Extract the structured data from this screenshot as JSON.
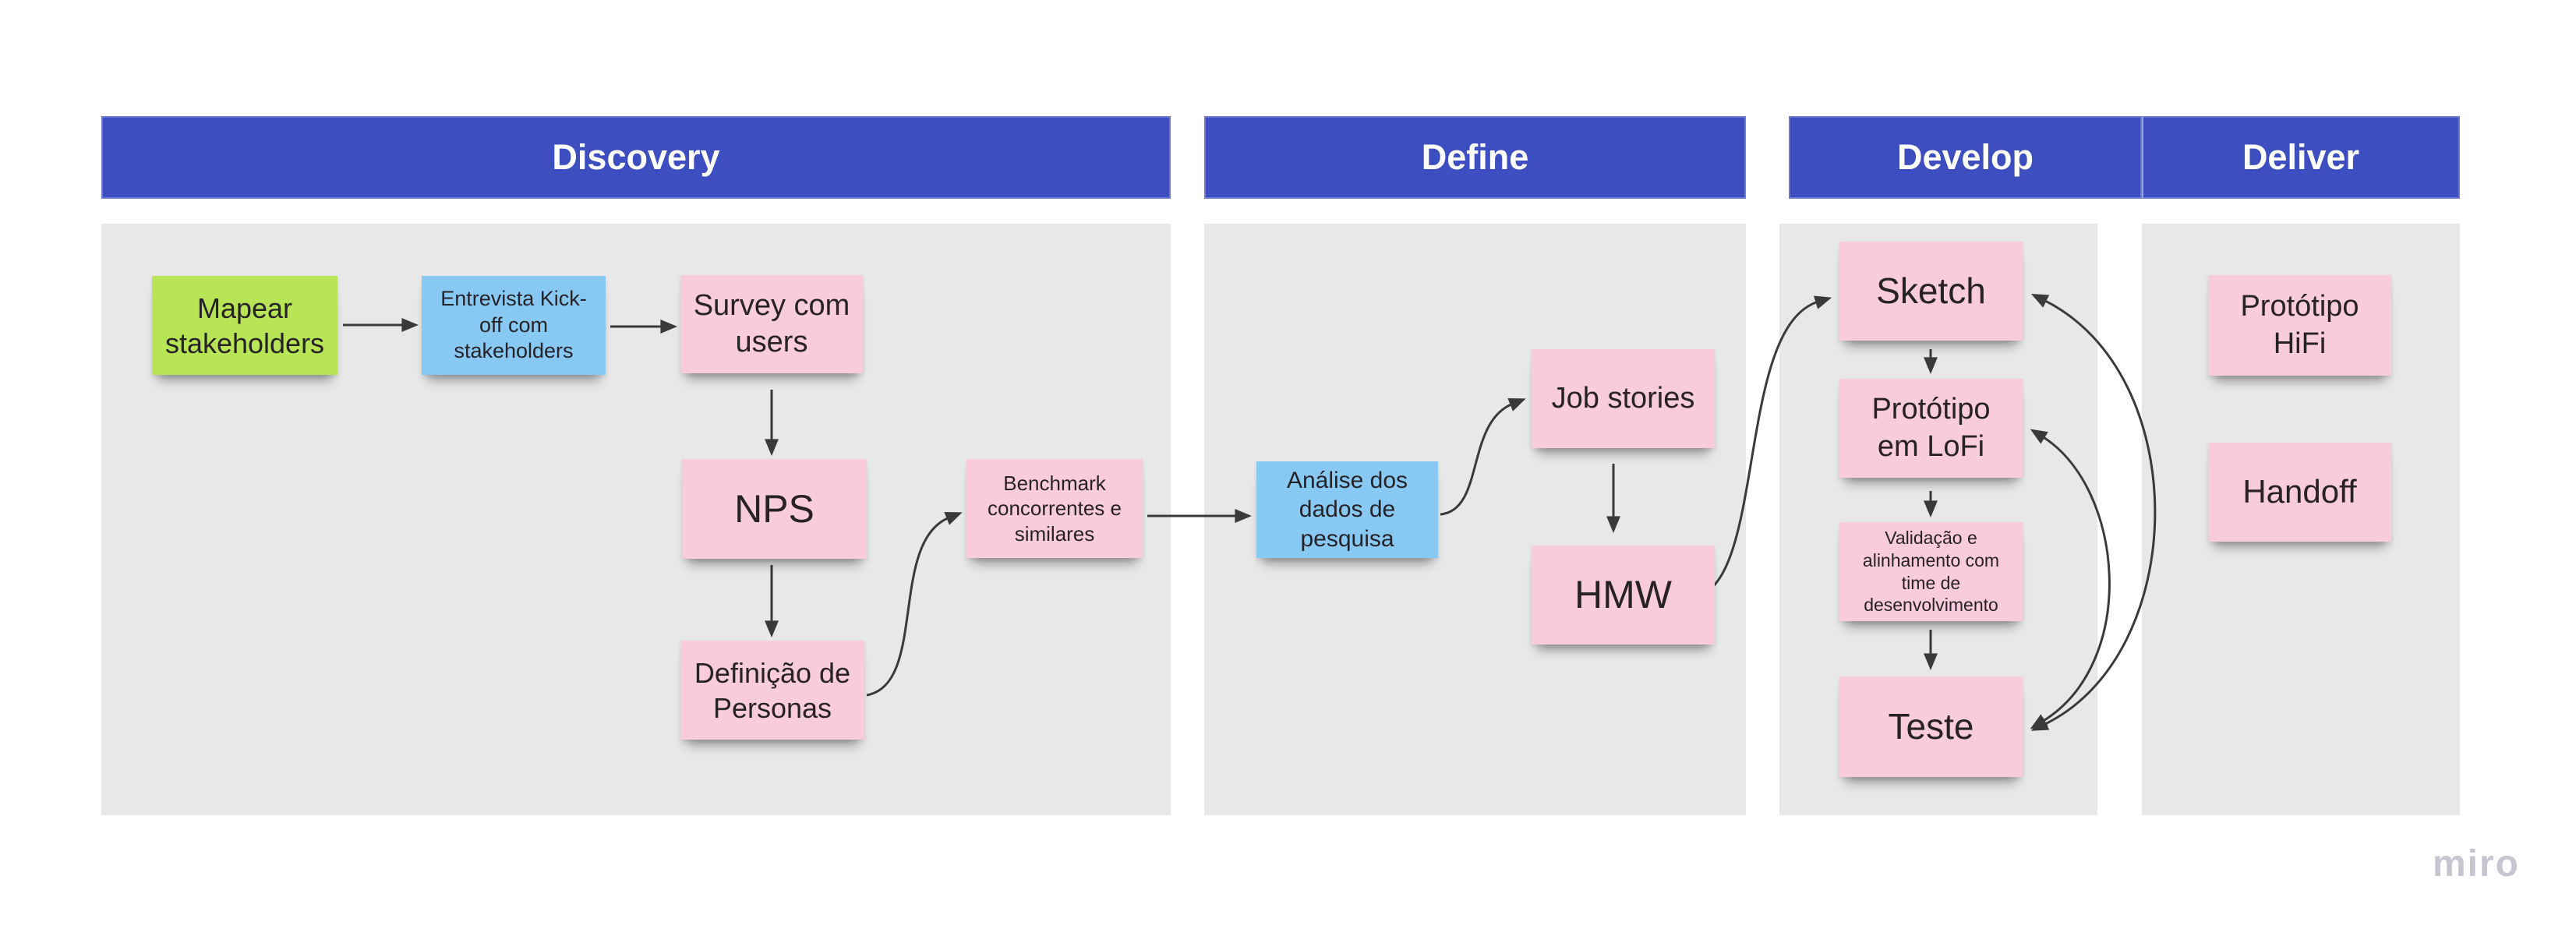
{
  "board": {
    "watermark": "miro",
    "background": "#ffffff"
  },
  "colors": {
    "header_bg": "#3d4ec0",
    "header_text": "#ffffff",
    "header_divider": "#9ba3e0",
    "panel_bg": "#e8e8e8",
    "sticky_pink": "#f8cbdd",
    "sticky_green": "#b7e556",
    "sticky_blue": "#88c9f3",
    "sticky_text": "#272226",
    "connector": "#3a3a3a",
    "watermark_color": "#c6c6d1"
  },
  "frames": [
    {
      "id": "discovery",
      "label": "Discovery"
    },
    {
      "id": "define",
      "label": "Define"
    },
    {
      "id": "develop",
      "label": "Develop"
    },
    {
      "id": "deliver",
      "label": "Deliver"
    }
  ],
  "stickies": [
    {
      "id": "mapear",
      "frame": "discovery",
      "color": "green",
      "text": "Mapear stakeholders"
    },
    {
      "id": "entrevista",
      "frame": "discovery",
      "color": "blue",
      "text": "Entrevista Kick-off com stakeholders"
    },
    {
      "id": "survey",
      "frame": "discovery",
      "color": "pink",
      "text": "Survey com users"
    },
    {
      "id": "nps",
      "frame": "discovery",
      "color": "pink",
      "text": "NPS"
    },
    {
      "id": "definicao",
      "frame": "discovery",
      "color": "pink",
      "text": "Definição de Personas"
    },
    {
      "id": "benchmark",
      "frame": "discovery",
      "color": "pink",
      "text": "Benchmark concorrentes e similares"
    },
    {
      "id": "analise",
      "frame": "define",
      "color": "blue",
      "text": "Análise dos dados de pesquisa"
    },
    {
      "id": "jobstories",
      "frame": "define",
      "color": "pink",
      "text": "Job stories"
    },
    {
      "id": "hmw",
      "frame": "define",
      "color": "pink",
      "text": "HMW"
    },
    {
      "id": "sketch",
      "frame": "develop",
      "color": "pink",
      "text": "Sketch"
    },
    {
      "id": "lofi",
      "frame": "develop",
      "color": "pink",
      "text": "Protótipo em LoFi"
    },
    {
      "id": "validacao",
      "frame": "develop",
      "color": "pink",
      "text": "Validação e alinhamento com time de desenvolvimento"
    },
    {
      "id": "teste",
      "frame": "develop",
      "color": "pink",
      "text": "Teste"
    },
    {
      "id": "hifi",
      "frame": "deliver",
      "color": "pink",
      "text": "Protótipo HiFi"
    },
    {
      "id": "handoff",
      "frame": "deliver",
      "color": "pink",
      "text": "Handoff"
    }
  ],
  "connectors": [
    {
      "from": "mapear",
      "to": "entrevista",
      "arrows": "end"
    },
    {
      "from": "entrevista",
      "to": "survey",
      "arrows": "end"
    },
    {
      "from": "survey",
      "to": "nps",
      "arrows": "end"
    },
    {
      "from": "nps",
      "to": "definicao",
      "arrows": "end"
    },
    {
      "from": "definicao",
      "to": "benchmark",
      "arrows": "end"
    },
    {
      "from": "benchmark",
      "to": "analise",
      "arrows": "end"
    },
    {
      "from": "analise",
      "to": "jobstories",
      "arrows": "end"
    },
    {
      "from": "jobstories",
      "to": "hmw",
      "arrows": "end"
    },
    {
      "from": "hmw",
      "to": "sketch",
      "arrows": "end"
    },
    {
      "from": "sketch",
      "to": "lofi",
      "arrows": "end"
    },
    {
      "from": "lofi",
      "to": "validacao",
      "arrows": "end"
    },
    {
      "from": "validacao",
      "to": "teste",
      "arrows": "end"
    },
    {
      "from": "teste",
      "to": "sketch",
      "arrows": "both"
    },
    {
      "from": "teste",
      "to": "lofi",
      "arrows": "both"
    }
  ]
}
